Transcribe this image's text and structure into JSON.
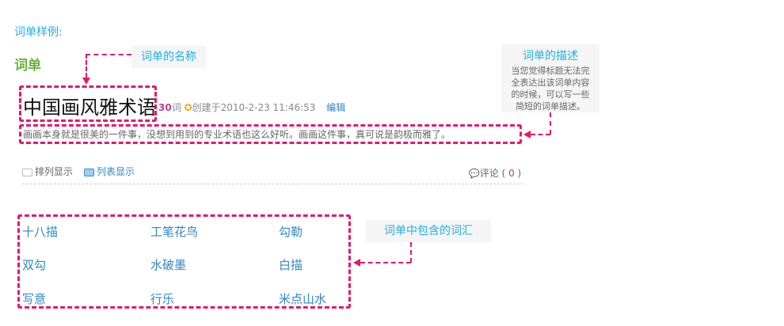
{
  "section_heading": "词单样例:",
  "wordlist_label": "词单",
  "title": "中国画风雅术语",
  "meta": {
    "count": "30",
    "count_unit": "词",
    "created": "创建于2010-2-23 11:46:53",
    "edit": "编辑"
  },
  "description": "画画本身就是很美的一件事，没想到用到的专业术语也这么好听。画画这件事，真可说是韵极而雅了。",
  "view_toggle": {
    "arrange": "排列显示",
    "list": "列表显示"
  },
  "comments": {
    "label": "评论",
    "open": "(",
    "count": "0",
    "close": ")"
  },
  "words": [
    "十八描",
    "工笔花鸟",
    "勾勒",
    "双勾",
    "水破墨",
    "白描",
    "写意",
    "行乐",
    "米点山水"
  ],
  "callouts": {
    "name": "词单的名称",
    "desc_title": "词单的描述",
    "desc_lines": [
      "当您觉得标题无法完",
      "全表达出该词单内容",
      "的时候，可以写一些",
      "简短的词单描述。"
    ],
    "words": "词单中包含的词汇"
  },
  "colors": {
    "accent_pink": "#e4196b",
    "accent_blue": "#22aee6",
    "label_green": "#6bb33c",
    "link_blue": "#2f86c5"
  }
}
